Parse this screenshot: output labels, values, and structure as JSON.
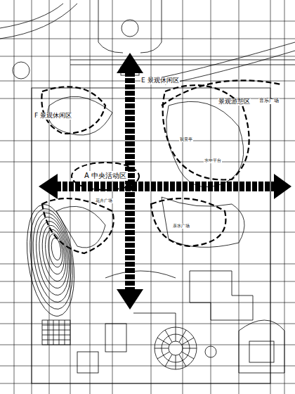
{
  "diagram": {
    "nodes": [
      {
        "text": [
          "A 中央活动区"
        ]
      }
    ],
    "labels": [
      "E 景观休闲区",
      "F 景观休闲区",
      "景观游憩区",
      "音乐广场",
      "花卉广场",
      "观景亭",
      "水中平台",
      "亲水广场"
    ]
  }
}
